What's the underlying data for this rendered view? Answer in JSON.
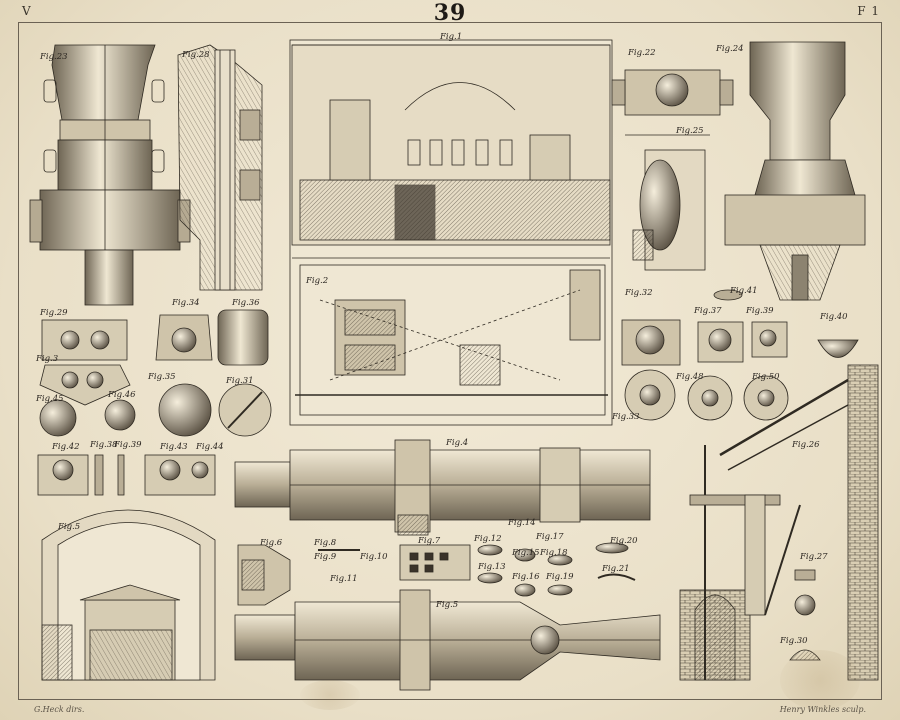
{
  "header": {
    "left": "V",
    "plate_number": "39",
    "right": "F 1"
  },
  "credits": {
    "left": "G.Heck dirs.",
    "right": "Henry Winkles sculp."
  },
  "figure_labels": [
    "Fig.23",
    "Fig.28",
    "Fig.1",
    "Fig.22",
    "Fig.24",
    "Fig.25",
    "Fig.2",
    "Fig.29",
    "Fig.34",
    "Fig.36",
    "Fig.32",
    "Fig.41",
    "Fig.37",
    "Fig.39",
    "Fig.40",
    "Fig.3",
    "Fig.35",
    "Fig.31",
    "Fig.45",
    "Fig.46",
    "Fig.33",
    "Fig.48",
    "Fig.50",
    "Fig.26",
    "Fig.42",
    "Fig.38",
    "Fig.39",
    "Fig.43",
    "Fig.44",
    "Fig.4",
    "Fig.5",
    "Fig.6",
    "Fig.8",
    "Fig.9",
    "Fig.10",
    "Fig.11",
    "Fig.7",
    "Fig.12",
    "Fig.14",
    "Fig.17",
    "Fig.13",
    "Fig.15",
    "Fig.18",
    "Fig.20",
    "Fig.16",
    "Fig.19",
    "Fig.21",
    "Fig.27",
    "Fig.5",
    "Fig.30"
  ]
}
